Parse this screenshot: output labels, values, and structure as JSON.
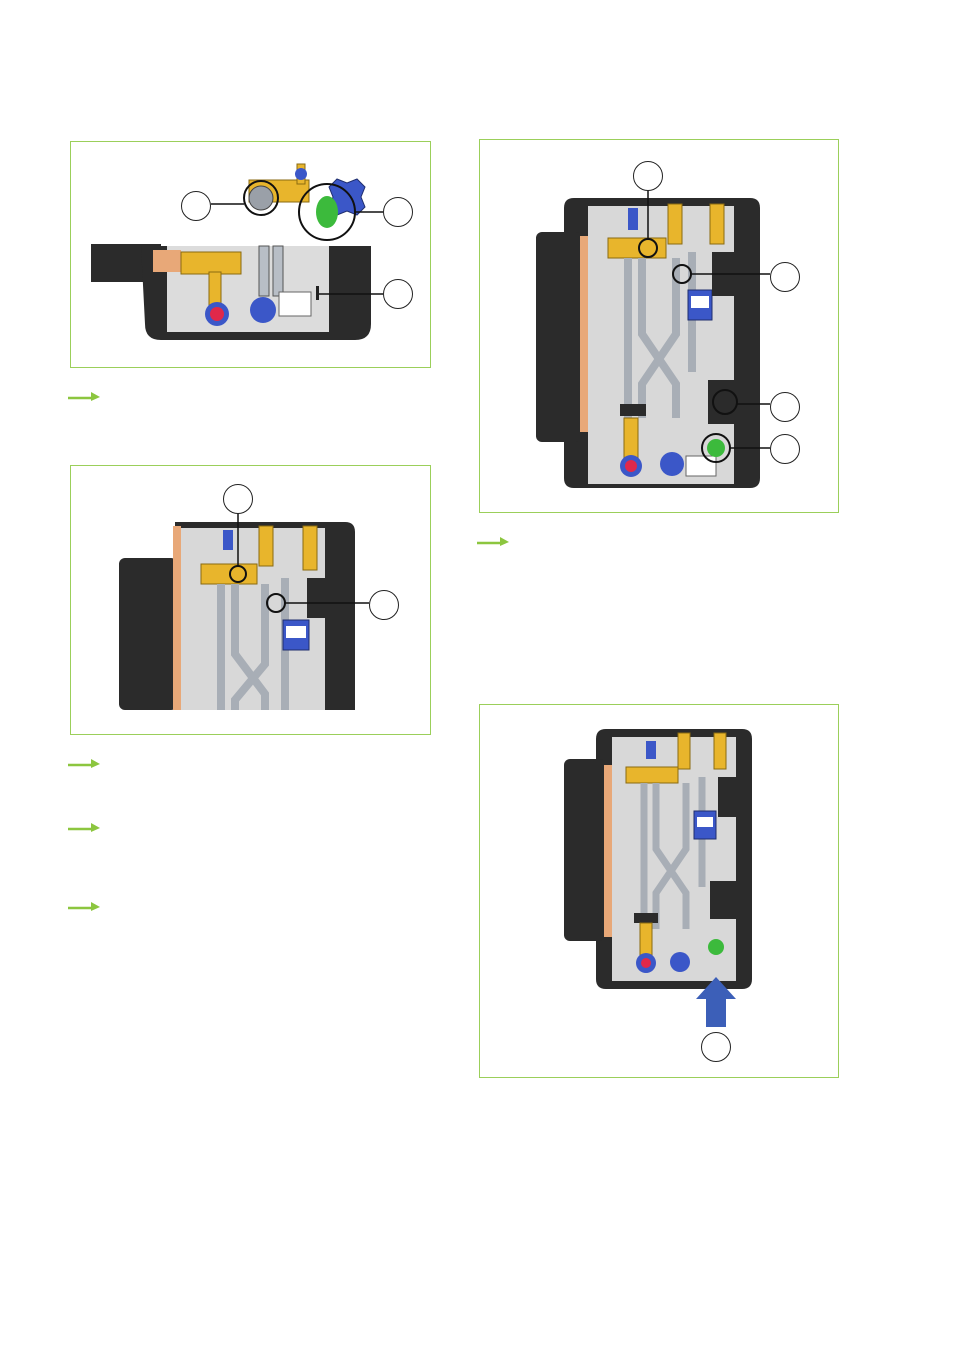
{
  "colors": {
    "frame_border": "#9bcf5a",
    "arrow_green": "#8cc63f",
    "red_knob": "#e0284a",
    "blue_knob": "#3b57c8",
    "green_cap": "#3cba3c",
    "brass": "#e8b52c",
    "copper_plate": "#e8a878",
    "housing_dark": "#2b2b2b",
    "panel_grey": "#d8d8d8",
    "flow_arrow_blue": "#3c5fb8"
  },
  "figures": [
    {
      "id": "fig-top-left",
      "callouts": 3
    },
    {
      "id": "fig-mid-left",
      "callouts": 2
    },
    {
      "id": "fig-top-right",
      "callouts": 4
    },
    {
      "id": "fig-bottom-right",
      "callouts": 1
    }
  ],
  "arrow_icon": "green-arrow-icon"
}
